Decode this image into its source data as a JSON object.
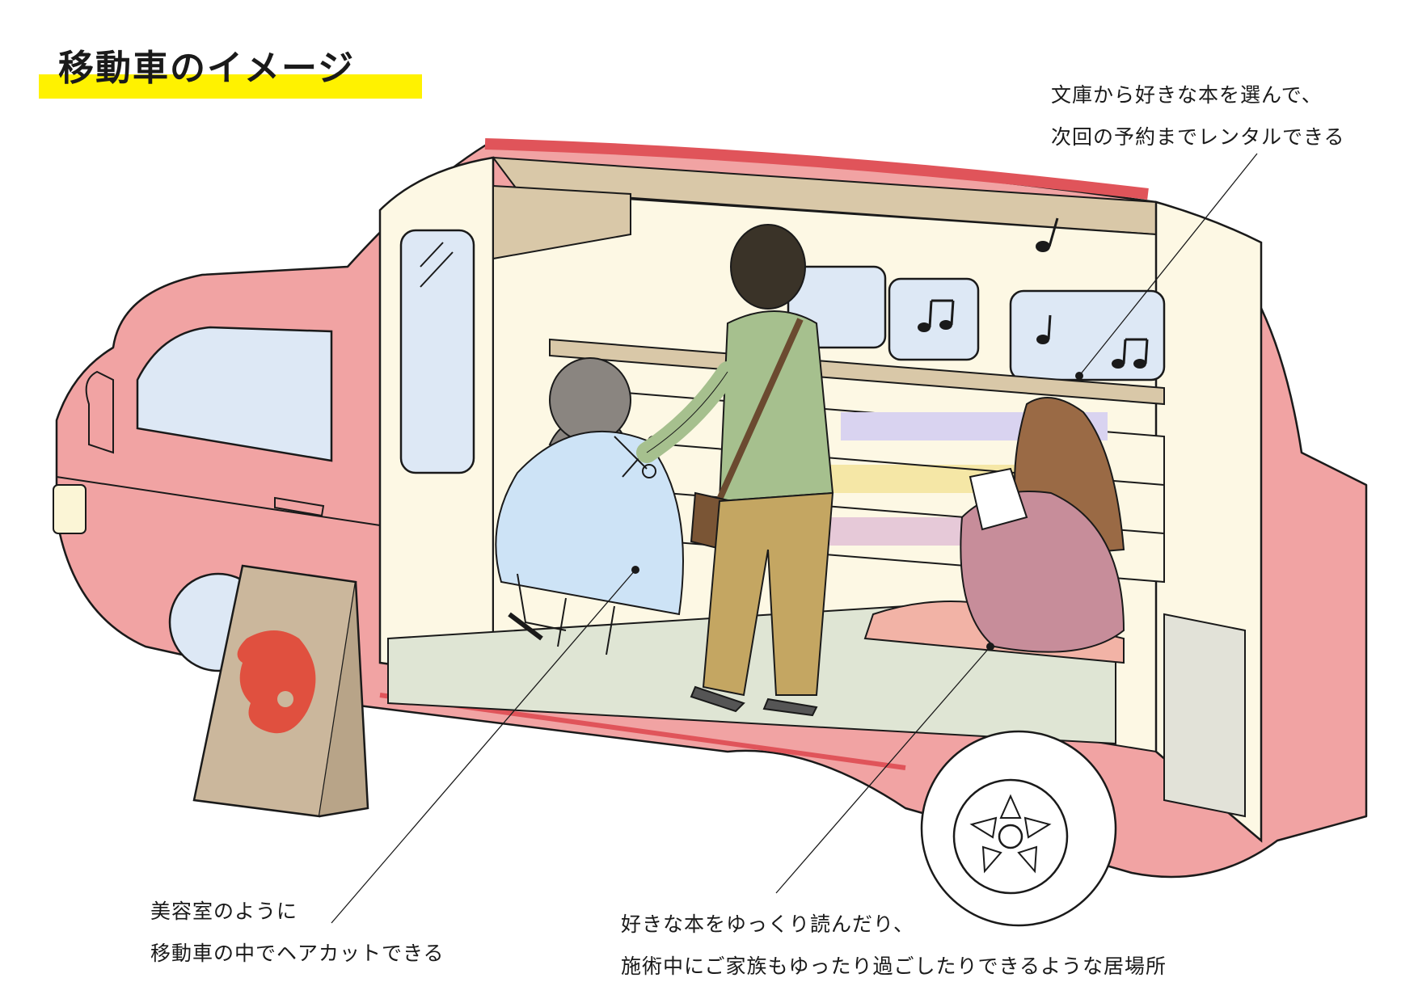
{
  "title": "移動車のイメージ",
  "annotations": {
    "books": [
      "文庫から好きな本を選んで、",
      "次回の予約までレンタルできる"
    ],
    "haircut": [
      "美容室のように",
      "移動車の中でヘアカットできる"
    ],
    "relax": [
      "好きな本をゆっくり読んだり、",
      "施術中にご家族もゆったり過ごしたりできるような居場所"
    ]
  },
  "colors": {
    "van_body": "#f1a3a3",
    "van_stripe": "#e0545a",
    "interior_wall": "#fdf8e4",
    "interior_roof": "#d9c8a8",
    "floor": "#dfe5d4",
    "window": "#dde8f5",
    "signboard": "#cbb79c",
    "logo": "#e0503f",
    "highlight": "#fff200"
  },
  "icons": [
    "music-note-icon",
    "scissors-icon",
    "salon-logo-icon"
  ]
}
